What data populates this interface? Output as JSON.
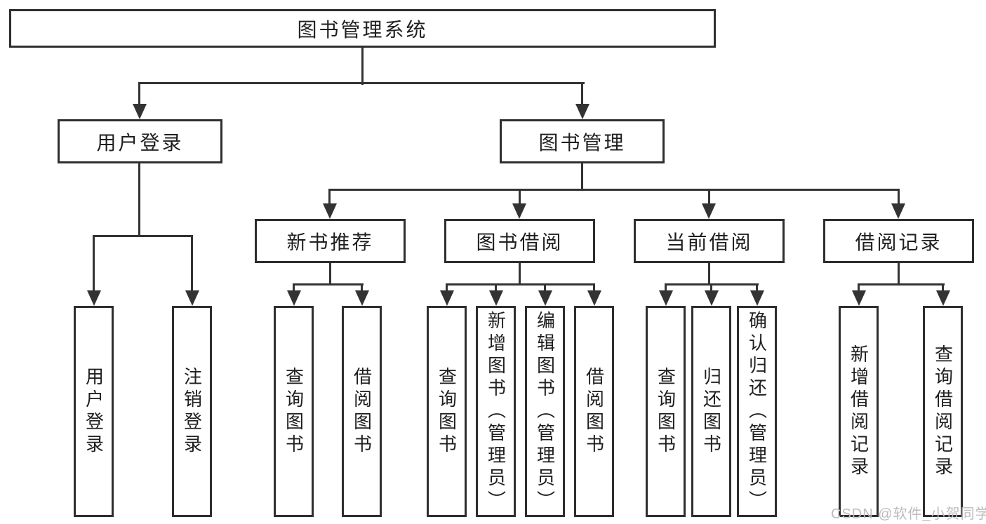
{
  "diagram_type": "hierarchy-tree",
  "tree": {
    "root": {
      "label": "图书管理系统",
      "children": [
        {
          "label": "用户登录",
          "children": [
            {
              "label": "用户登录"
            },
            {
              "label": "注销登录"
            }
          ]
        },
        {
          "label": "图书管理",
          "children": [
            {
              "label": "新书推荐",
              "children": [
                {
                  "label": "查询图书"
                },
                {
                  "label": "借阅图书"
                }
              ]
            },
            {
              "label": "图书借阅",
              "children": [
                {
                  "label": "查询图书"
                },
                {
                  "label": "新增图书（管理员）"
                },
                {
                  "label": "编辑图书（管理员）"
                },
                {
                  "label": "借阅图书"
                }
              ]
            },
            {
              "label": "当前借阅",
              "children": [
                {
                  "label": "查询图书"
                },
                {
                  "label": "归还图书"
                },
                {
                  "label": "确认归还（管理员）"
                }
              ]
            },
            {
              "label": "借阅记录",
              "children": [
                {
                  "label": "新增借阅记录"
                },
                {
                  "label": "查询借阅记录"
                }
              ]
            }
          ]
        }
      ]
    }
  },
  "watermark": {
    "text": "CSDN @软件_小贺同学"
  },
  "colors": {
    "background": "#ffffff",
    "line": "#333333",
    "box_border": "#2e2e2e",
    "text": "#1f1f1f",
    "watermark_text": "#bcbcbc"
  }
}
